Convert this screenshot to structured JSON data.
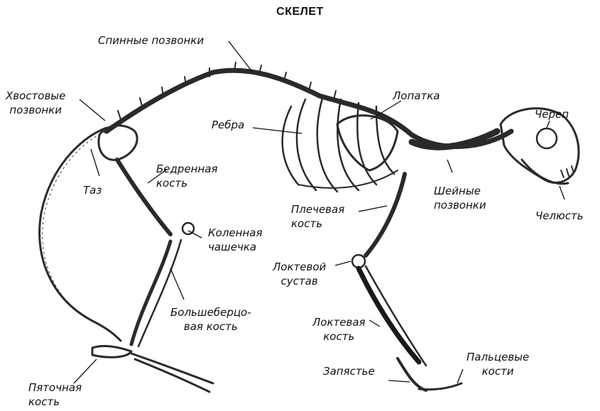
{
  "title": "СКЕЛЕТ",
  "labels": {
    "spinal_vertebrae": "Спинные позвонки",
    "tail_vertebrae": "Хвостовые\nпозвонки",
    "scapula": "Лопатка",
    "skull": "Череп",
    "ribs": "Ребра",
    "pelvis": "Таз",
    "femur": "Бедренная\nкость",
    "neck_vertebrae": "Шейные\nпозвонки",
    "humerus": "Плечевая\nкость",
    "jaw": "Челюсть",
    "kneecap": "Коленная\nчашечка",
    "elbow_joint": "Локтевой\nсустав",
    "tibia": "Большеберцо-\nвая кость",
    "ulna": "Локтевая\nкость",
    "wrist": "Запястье",
    "phalanges": "Пальцевые\nкости",
    "heel_bone": "Пяточная\nкость"
  }
}
